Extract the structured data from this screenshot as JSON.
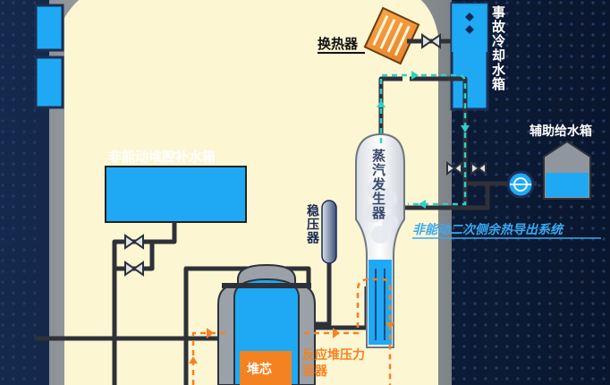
{
  "labels": {
    "core_makeup_tank": "非能动堆腔补水箱",
    "heat_exchanger": "换热器",
    "emergency_cooling_tank": "事故冷却水箱",
    "aux_feedwater_tank": "辅助给水箱",
    "steam_generator": "蒸汽发生器",
    "pressurizer": "稳压器",
    "passive_system": "非能动二次侧余热导出系统",
    "core": "堆芯",
    "rpv": "反应堆压力容器"
  },
  "colors": {
    "background": "#0d1b33",
    "containment": "#fdf6d3",
    "water": "#1fa9f4",
    "pipe": "#2e3138",
    "hot_flow": "#f58220",
    "cool_flow": "#2fd0c8",
    "label_orange": "#f58220",
    "label_blue": "#39a9f0"
  }
}
